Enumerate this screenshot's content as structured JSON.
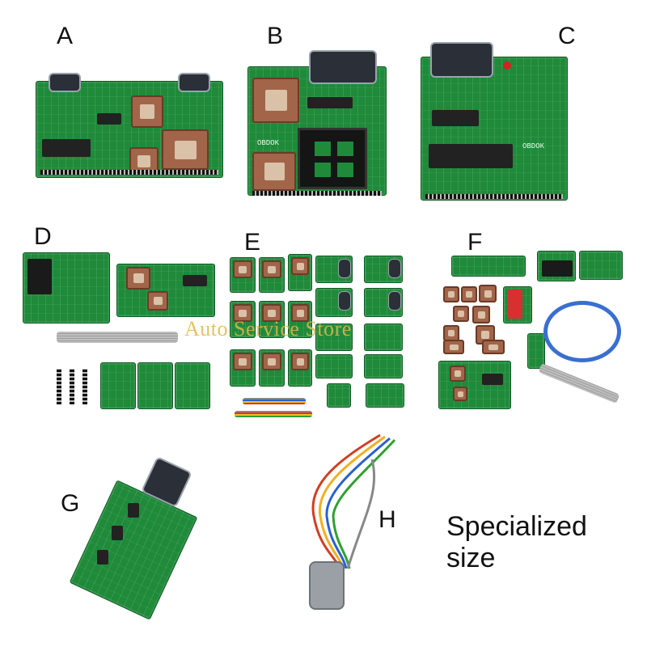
{
  "labels": {
    "a": "A",
    "b": "B",
    "c": "C",
    "d": "D",
    "e": "E",
    "f": "F",
    "g": "G",
    "h": "H"
  },
  "silkscreen": {
    "b": "OBDOK",
    "c": "OBDOK"
  },
  "watermark": "Auto Service Store",
  "caption": {
    "line1": "Specialized",
    "line2": "size"
  },
  "colors": {
    "pcb": "#1f8a3a",
    "socket": "#a2654a",
    "watermark": "#e0b84a",
    "usb_cable": "#3a6fd0"
  }
}
